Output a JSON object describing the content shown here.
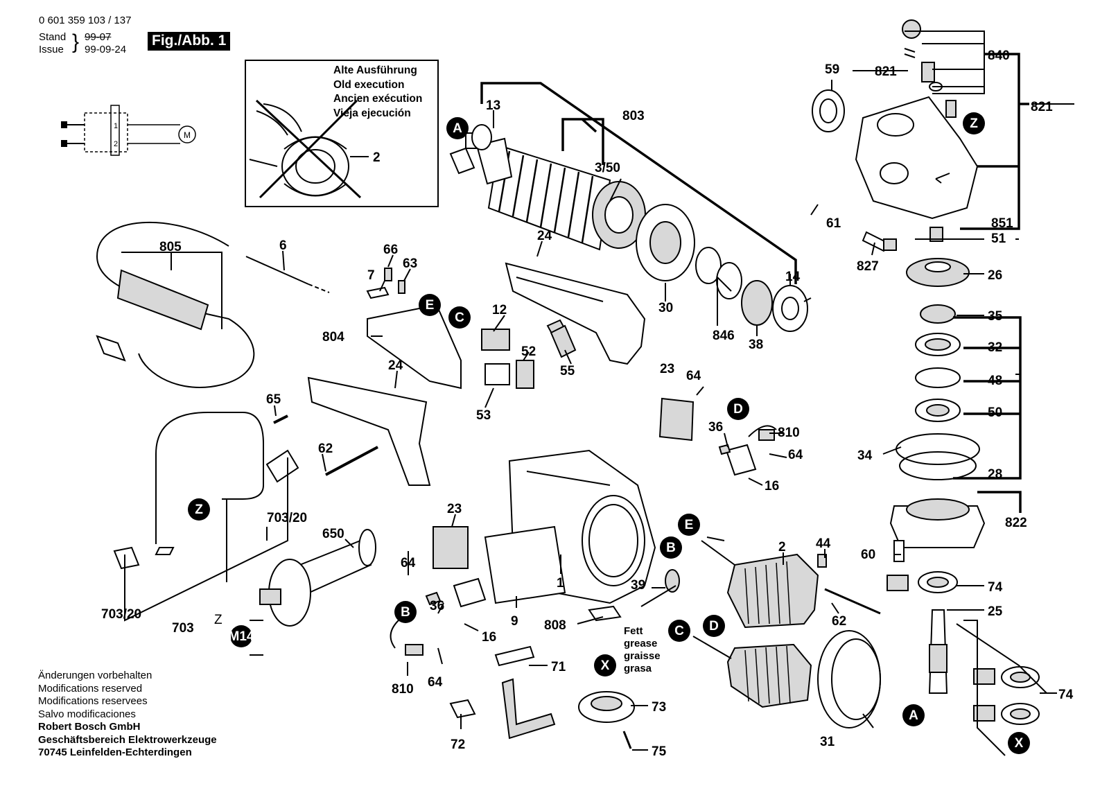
{
  "header": {
    "part_number": "0 601 359 103 / 137",
    "stand_label": "Stand",
    "issue_label": "Issue",
    "stand_date_struck": "99-07",
    "issue_date": "99-09-24",
    "figure_label": "Fig./Abb. 1"
  },
  "old_execution_box": {
    "lines": [
      "Alte Ausführung",
      "Old execution",
      "Ancien exécution",
      "Vieja ejecución"
    ],
    "part_ref": "2"
  },
  "circuit": {
    "motor_symbol": "M",
    "terminal_1": "1",
    "terminal_2": "2"
  },
  "part_labels": [
    "13",
    "803",
    "3/50",
    "A",
    "805",
    "6",
    "66",
    "63",
    "7",
    "24",
    "E",
    "C",
    "12",
    "804",
    "52",
    "55",
    "53",
    "65",
    "24",
    "62",
    "Z",
    "703/20",
    "650",
    "64",
    "36",
    "B",
    "23",
    "1",
    "9",
    "808",
    "16",
    "810",
    "64",
    "71",
    "72",
    "X",
    "73",
    "75",
    "2",
    "44",
    "62",
    "B",
    "E",
    "39",
    "C",
    "D",
    "31",
    "A",
    "59",
    "821",
    "840",
    "821",
    "Z",
    "61",
    "851",
    "51",
    "827",
    "26",
    "35",
    "32",
    "48",
    "50",
    "34",
    "28",
    "822",
    "60",
    "74",
    "25",
    "74",
    "X",
    "14",
    "30",
    "846",
    "38",
    "23",
    "64",
    "D",
    "36",
    "810",
    "64",
    "16",
    "703/20",
    "703",
    "M14",
    "Z"
  ],
  "grease_note": [
    "Fett",
    "grease",
    "graisse",
    "grasa"
  ],
  "footer": {
    "lines": [
      "Änderungen vorbehalten",
      "Modifications reserved",
      "Modifications reservees",
      "Salvo modificaciones"
    ],
    "company": [
      "Robert Bosch GmbH",
      "Geschäftsbereich Elektrowerkzeuge",
      "70745 Leinfelden-Echterdingen"
    ]
  }
}
